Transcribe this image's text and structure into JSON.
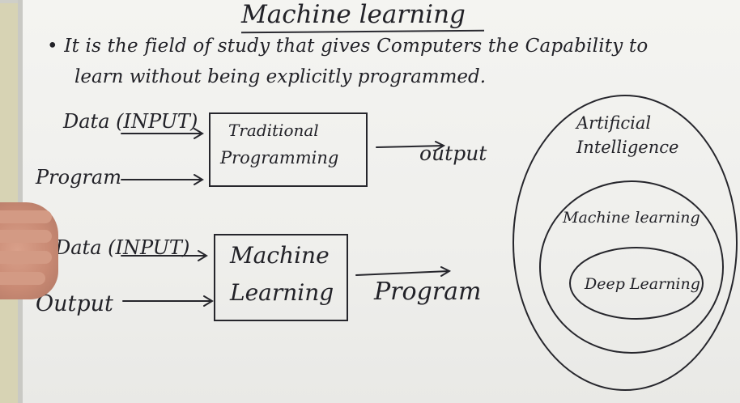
{
  "title": "Machine learning",
  "definition": {
    "line1": "• It is the field of study that gives Computers the Capability to",
    "line2": "learn without being explicitly programmed."
  },
  "traditional": {
    "input1": "Data (INPUT)",
    "input2": "Program",
    "box": [
      "Traditional",
      "Programming"
    ],
    "result": "output"
  },
  "ml": {
    "input1": "Data (INPUT)",
    "input2": "Output",
    "box": [
      "Machine",
      "Learning"
    ],
    "result": "Program"
  },
  "venn": {
    "outer": [
      "Artificial",
      "Intelligence"
    ],
    "middle": "Machine learning",
    "inner": "Deep Learning"
  }
}
